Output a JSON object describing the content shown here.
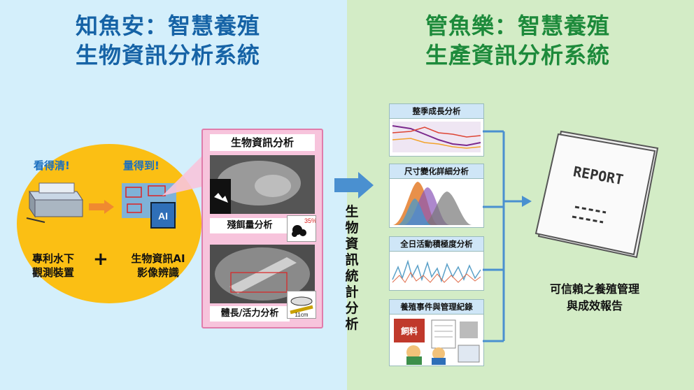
{
  "left_title": {
    "line1": "知魚安：智慧養殖",
    "line2": "生物資訊分析系統"
  },
  "right_title": {
    "line1": "管魚樂：智慧養殖",
    "line2": "生產資訊分析系統"
  },
  "see_clearly": "看得清!",
  "measure": "量得到!",
  "device_label": {
    "line1": "專利水下",
    "line2": "觀測裝置"
  },
  "ai_label": {
    "line1": "生物資訊AI",
    "line2": "影像辨識"
  },
  "plus": "+",
  "ai_chip": "AI",
  "panel": {
    "title": "生物資訊分析",
    "residual_label": "殘餌量分析",
    "residual_pct": "35%",
    "length_label": "體長/活力分析",
    "length_value": "11cm"
  },
  "stats_label": "生物資訊統計分析",
  "cards": {
    "growth": "整季成長分析",
    "size": "尺寸變化詳細分析",
    "activity": "全日活動積極度分析",
    "events": "養殖事件與管理紀錄",
    "feed": "飼料"
  },
  "report_word": "REPORT",
  "report_label": {
    "line1": "可信賴之養殖管理",
    "line2": "與成效報告"
  },
  "colors": {
    "left_bg": "#d4effb",
    "right_bg": "#d3ecc6",
    "left_title": "#1663a6",
    "right_title": "#1d8a3b",
    "circle": "#fbbf14",
    "panel": "#f7c4dc"
  }
}
